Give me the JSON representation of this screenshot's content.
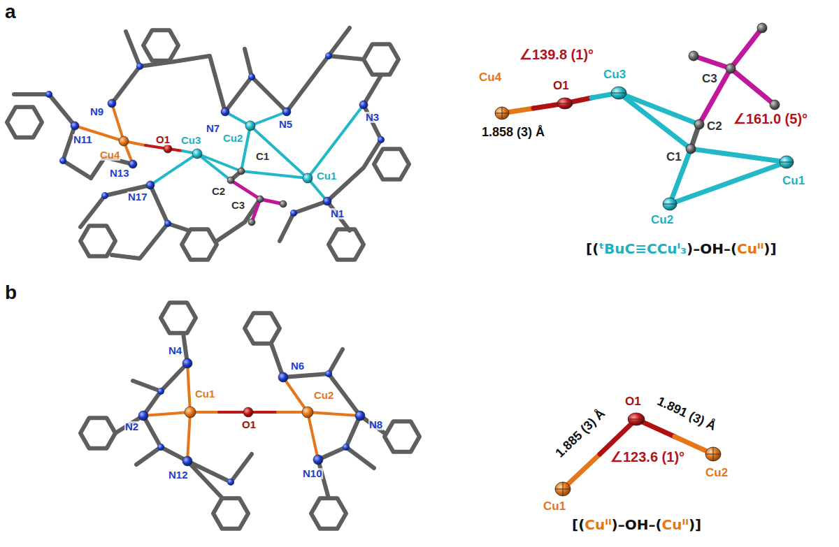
{
  "diagram": {
    "labels": [
      "a",
      "N9",
      "N7",
      "N5",
      "N11",
      "Cu4",
      "O1",
      "Cu3",
      "Cu2",
      "C1",
      "N3",
      "Cu1",
      "N13",
      "C2",
      "N17",
      "C3",
      "N1",
      "∠139.8 (1)°",
      "Cu4",
      "O1",
      "Cu3",
      "1.858 (3) Å",
      "C2",
      "C3",
      "∠161.0 (5)°",
      "C1",
      "Cu1",
      "Cu2",
      "[(",
      "ᵗBuC≡CCuᴵ₃",
      ")–OH–(",
      "Cuᴵᴵ",
      ")]",
      "b",
      "N4",
      "N6",
      "Cu1",
      "O1",
      "Cu2",
      "N2",
      "N8",
      "N12",
      "N10",
      "1.885 (3) Å",
      "1.891 (3) Å",
      "O1",
      "∠123.6 (1)°",
      "Cu1",
      "Cu2",
      "[(",
      "Cuᴵᴵ",
      ")–OH–(",
      "Cuᴵᴵ",
      ")]"
    ]
  }
}
